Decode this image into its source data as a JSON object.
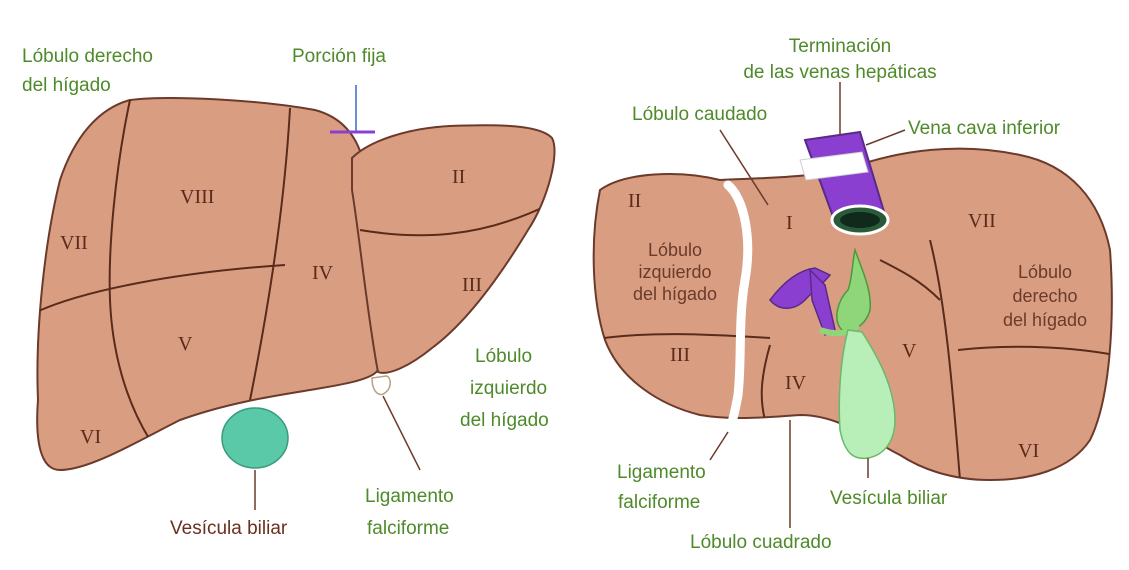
{
  "left_panel": {
    "labels": {
      "right_lobe_line1": "Lóbulo derecho",
      "right_lobe_line2": "del hígado",
      "fixed_portion": "Porción fija",
      "left_lobe_line1": "Lóbulo",
      "left_lobe_line2": "izquierdo",
      "left_lobe_line3": "del hígado",
      "gallbladder": "Vesícula biliar",
      "falciform_line1": "Ligamento",
      "falciform_line2": "falciforme"
    },
    "segments": [
      "VIII",
      "VII",
      "V",
      "VI",
      "IV",
      "II",
      "III"
    ]
  },
  "right_panel": {
    "labels": {
      "hepatic_veins_line1": "Terminación",
      "hepatic_veins_line2": "de las venas hepáticas",
      "caudate": "Lóbulo caudado",
      "ivc": "Vena cava inferior",
      "left_lobe_line1": "Lóbulo",
      "left_lobe_line2": "izquierdo",
      "left_lobe_line3": "del hígado",
      "right_lobe_line1": "Lóbulo",
      "right_lobe_line2": "derecho",
      "right_lobe_line3": "del hígado",
      "falciform_line1": "Ligamento",
      "falciform_line2": "falciforme",
      "gallbladder": "Vesícula biliar",
      "quadrate": "Lóbulo cuadrado"
    },
    "segments": [
      "II",
      "I",
      "VII",
      "III",
      "IV",
      "V",
      "VI"
    ]
  },
  "colors": {
    "liver": "#d99e82",
    "liver_line": "#5a2a1a",
    "gallbladder": "#59c9a8",
    "bile_duct": "#8fd67a",
    "vein": "#8a3fd0",
    "label_green": "#4e8a2a",
    "label_brown": "#6b2f1f"
  }
}
